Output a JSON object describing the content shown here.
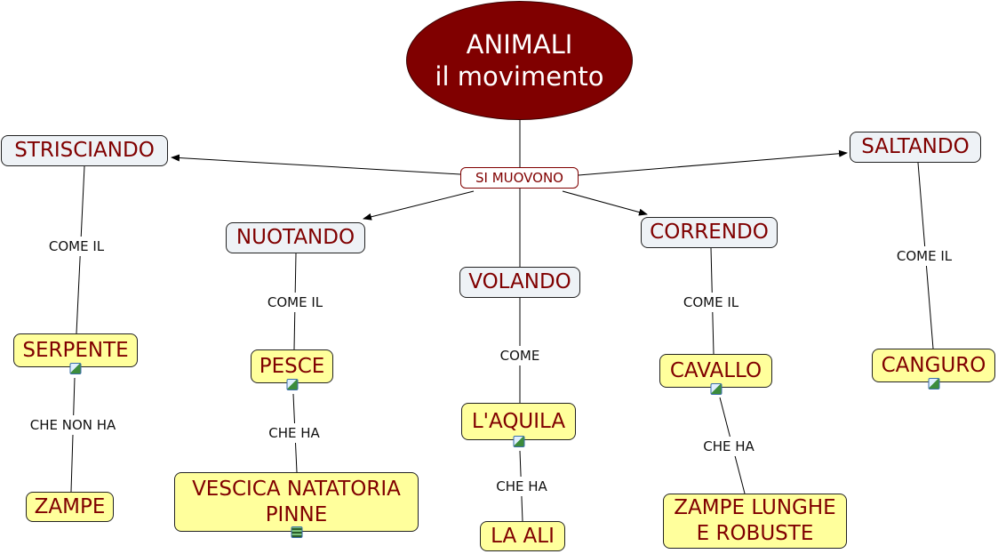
{
  "root": {
    "line1": "ANIMALI",
    "line2": "il movimento"
  },
  "connector": "SI MUOVONO",
  "nodes": {
    "strisciando": "STRISCIANDO",
    "saltando": "SALTANDO",
    "nuotando": "NUOTANDO",
    "volando": "VOLANDO",
    "correndo": "CORRENDO",
    "serpente": "SERPENTE",
    "pesce": "PESCE",
    "aquila": "L'AQUILA",
    "cavallo": "CAVALLO",
    "canguro": "CANGURO",
    "zampe": "ZAMPE",
    "vescica": "VESCICA NATATORIA PINNE",
    "ali": "LA ALI",
    "zampe_lunghe": "ZAMPE LUNGHE E ROBUSTE"
  },
  "links": {
    "strisciando_serpente": "COME IL",
    "nuotando_pesce": "COME IL",
    "volando_aquila": "COME",
    "correndo_cavallo": "COME IL",
    "saltando_canguro": "COME IL",
    "serpente_zampe": "CHE NON HA",
    "pesce_vescica": "CHE HA",
    "aquila_ali": "CHE HA",
    "cavallo_zampe": "CHE HA"
  },
  "colors": {
    "root_fill": "#800000",
    "concept_text": "#800000",
    "leaf_fill": "#ffff9c",
    "category_fill": "#eef2f6"
  }
}
